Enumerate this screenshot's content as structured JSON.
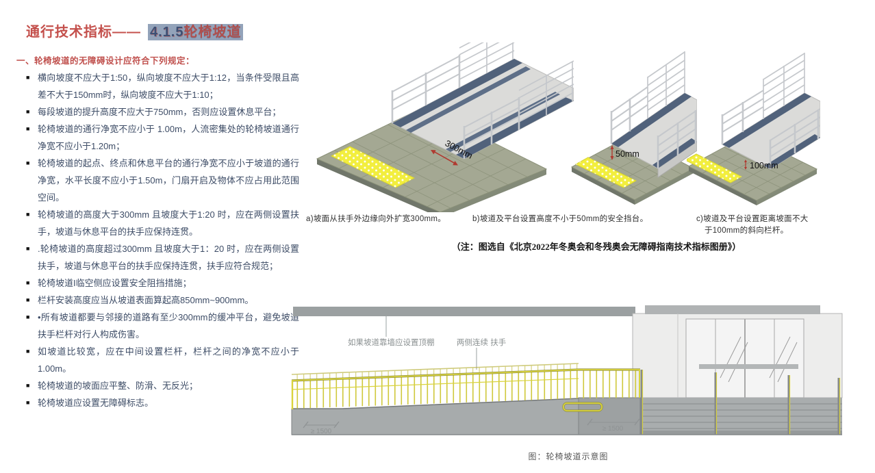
{
  "header": {
    "title_prefix": "通行技术指标——",
    "section_number": "4.1.5",
    "section_keyword": "轮椅坡道",
    "subheading": "一、轮椅坡道的无障碍设计应符合下列规定："
  },
  "ui": {
    "bullet_glyph": "■"
  },
  "regulations": [
    "横向坡度不应大于1:50，纵向坡度不应大于1:12，当条件受限且高差不大于150mm时，纵向坡度不应大于1:10；",
    "每段坡道的提升高度不应大于750mm，否则应设置休息平台；",
    "轮椅坡道的通行净宽不应小于 1.00m，人流密集处的轮椅坡道通行净宽不应小于1.20m；",
    "轮椅坡道的起点、终点和休息平台的通行净宽不应小于坡道的通行净宽，水平长度不应小于1.50m，门扇开启及物体不应占用此范围空间。",
    "轮椅坡道的高度大于300mm 且坡度大于1:20 时，应在两侧设置扶手，坡道与休息平台的扶手应保持连贯。",
    ".轮椅坡道的高度超过300mm 且坡度大于1：20 时，应在两侧设置扶手，坡道与休息平台的扶手应保持连贯，扶手应符合规范；",
    "轮椅坡道I临空侧应设置安全阻挡措施；",
    "栏杆安装高度应当从坡道表面算起高850mm~900mm。",
    "•所有坡道都要与邻接的道路有至少300mm的缓冲平台，避免坡道扶手栏杆对行人构成伤害。",
    "如坡道比较宽，应在中间设置栏杆，栏杆之间的净宽不应小于1.00m。",
    "轮椅坡道的坡面应平整、防滑、无反光；",
    "轮椅坡道应设置无障碍标志。"
  ],
  "figures": {
    "a": {
      "caption": "a)坡面从扶手外边缘向外扩宽300mm。",
      "dim_label": "300mm"
    },
    "b": {
      "caption": "b)坡道及平台设置高度不小于50mm的安全挡台。",
      "dim_label": "50mm"
    },
    "c": {
      "caption_line1": "c)坡道及平台设置距离坡面不大",
      "caption_line2": "于100mm的斜向栏杆。",
      "dim_label": "100mm"
    },
    "source_note": "（注：图选自《北京2022年冬奥会和冬残奥会无障碍指南技术指标图册》）"
  },
  "diagram": {
    "label_canopy": "如果坡道靠墙应设置顶棚",
    "label_handrail": "两侧连续 扶手",
    "dim_left": "≥ 1500",
    "dim_platform": "≥ 1500",
    "caption": "图：轮椅坡道示意图"
  },
  "colors": {
    "heading_red": "#C0504D",
    "highlight_slate": "#93A3BA",
    "body_text": "#3D4C66",
    "tactile_yellow": "#F2EE3E",
    "railing_yellow": "#D8D23E",
    "ramp_strip_blue": "#51627B"
  }
}
